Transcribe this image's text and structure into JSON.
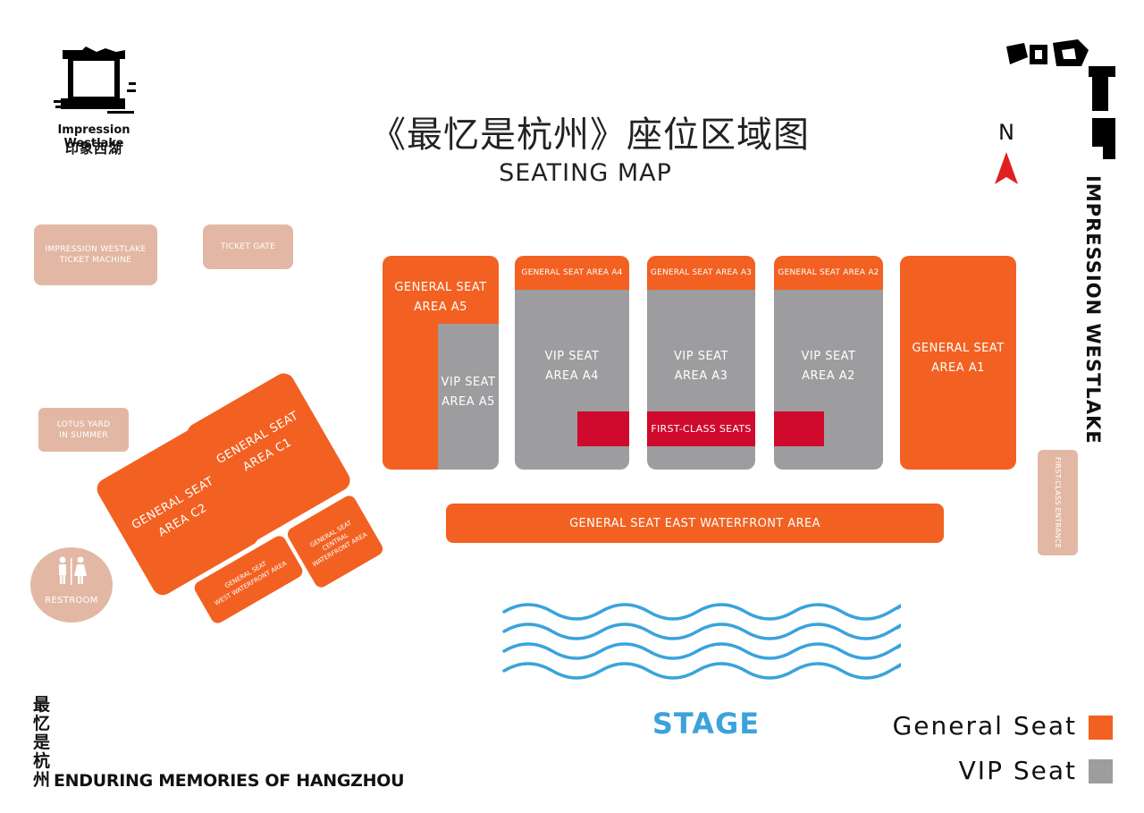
{
  "brand": {
    "logo_en": "Impression Westlake",
    "logo_cn": "印象西湖",
    "logo_glyph": "印象西湖"
  },
  "title": {
    "cn": "《最忆是杭州》座位区域图",
    "en": "SEATING MAP"
  },
  "compass": {
    "label": "N",
    "arrow_color": "#e0201f"
  },
  "side_title": "IMPRESSION WESTLAKE",
  "facilities": {
    "ticket_machine": "IMPRESSION WESTLAKE\nTICKET MACHINE",
    "ticket_gate": "TICKET GATE",
    "lotus_yard": "LOTUS YARD\nIN SUMMER",
    "restroom": "RESTROOM",
    "first_class_entrance": "FIRST-CLASS ENTRANCE"
  },
  "areas": {
    "a5_general": "GENERAL SEAT\nAREA A5",
    "a5_vip": "VIP SEAT\nAREA A5",
    "a4_header": "GENERAL SEAT AREA A4",
    "a4_vip": "VIP SEAT\nAREA A4",
    "a3_header": "GENERAL SEAT AREA A3",
    "a3_vip": "VIP SEAT\nAREA A3",
    "first_class": "FIRST-CLASS SEATS",
    "a2_header": "GENERAL SEAT AREA A2",
    "a2_vip": "VIP SEAT\nAREA A2",
    "a1_general": "GENERAL SEAT\nAREA A1",
    "east_waterfront": "GENERAL SEAT EAST WATERFRONT AREA",
    "c1": "GENERAL SEAT\nAREA C1",
    "c2": "GENERAL SEAT\nAREA C2",
    "west_waterfront": "GENERAL SEAT\nWEST WATERFRONT AREA",
    "central_waterfront": "GENERAL SEAT\nCENTRAL\nWATERFRONT AREA"
  },
  "stage": {
    "label": "STAGE",
    "color": "#3aa3dc"
  },
  "legend": {
    "general": {
      "label": "General Seat",
      "color": "#f26122"
    },
    "vip": {
      "label": "VIP Seat",
      "color": "#9d9d9f"
    }
  },
  "footer": {
    "cn_vertical": [
      "最",
      "忆",
      "是",
      "杭",
      "州"
    ],
    "en": "ENDURING MEMORIES OF HANGZHOU"
  },
  "colors": {
    "general": "#f26122",
    "vip": "#9d9d9f",
    "first_class": "#cf0a2c",
    "facility": "#e2b8a4"
  }
}
